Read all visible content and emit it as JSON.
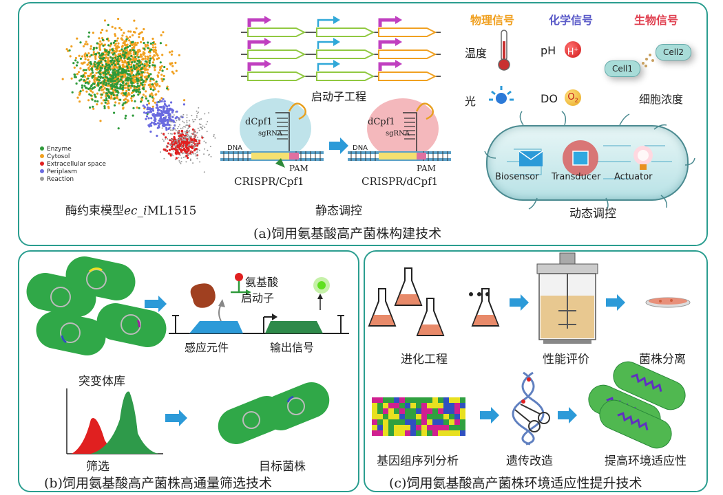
{
  "panel_a": {
    "caption": "(a)饲用氨基酸高产菌株构建技术",
    "model_label_prefix": "酶约束模型",
    "model_label_italic": "ec_i",
    "model_label_suffix": "ML1515",
    "legend": [
      {
        "label": "Enzyme",
        "color": "#2e9a3a"
      },
      {
        "label": "Cytosol",
        "color": "#f0a020"
      },
      {
        "label": "Extracellular space",
        "color": "#e02020"
      },
      {
        "label": "Periplasm",
        "color": "#6a6ae0"
      },
      {
        "label": "Reaction",
        "color": "#9a9a9a"
      }
    ],
    "promoter_label": "启动子工程",
    "static_label": "静态调控",
    "dynamic_label": "动态调控",
    "crispr": {
      "left_enzyme": "dCpf1",
      "left_sgrna": "sgRNA",
      "left_dna": "DNA",
      "left_pam": "PAM",
      "left_caption": "CRISPR/Cpf1",
      "right_enzyme": "dCpf1",
      "right_sgrna": "sgRNA",
      "right_dna": "DNA",
      "right_pam": "PAM",
      "right_caption": "CRISPR/dCpf1"
    },
    "signals": {
      "physical": {
        "title": "物理信号",
        "color": "#f0a020",
        "items": [
          "温度",
          "光"
        ]
      },
      "chemical": {
        "title": "化学信号",
        "color": "#5a5ac8",
        "items": [
          "pH",
          "DO"
        ]
      },
      "biological": {
        "title": "生物信号",
        "color": "#e04050",
        "cells": [
          "Cell1",
          "Cell2"
        ],
        "label": "细胞浓度"
      }
    },
    "h_symbol": "H",
    "h_sup": "+",
    "o_symbol": "O",
    "o_sub": "2",
    "cell_parts": [
      "Biosensor",
      "Transducer",
      "Actuator"
    ]
  },
  "panel_b": {
    "caption": "(b)饲用氨基酸高产菌株高通量筛选技术",
    "amino_acid": "氨基酸",
    "promoter": "启动子",
    "sensor": "感应元件",
    "output": "输出信号",
    "library": "突变体库",
    "screening": "筛选",
    "target": "目标菌株"
  },
  "panel_c": {
    "caption": "(c)饲用氨基酸高产菌株环境适应性提升技术",
    "evolution": "进化工程",
    "performance": "性能评价",
    "isolation": "菌株分离",
    "genome": "基因组序列分析",
    "modification": "遗传改造",
    "adaptation": "提高环境适应性"
  }
}
